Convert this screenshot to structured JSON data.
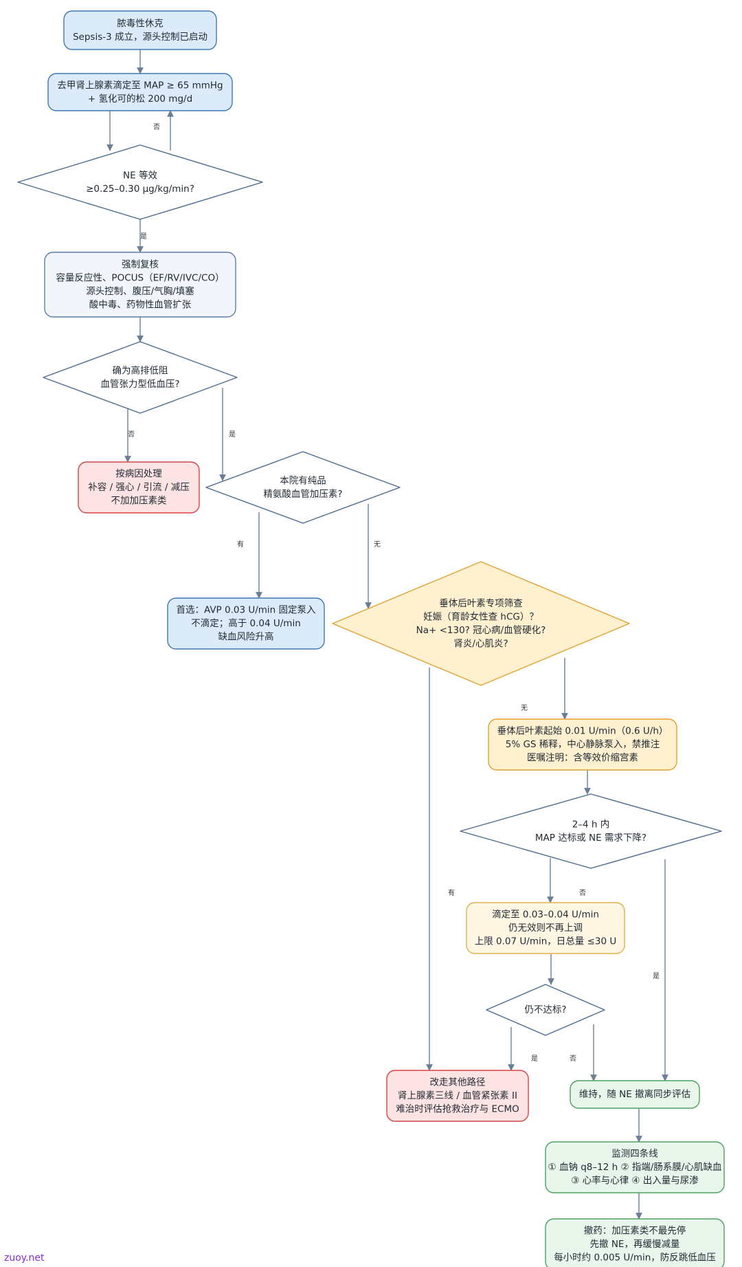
{
  "nodes": {
    "start": [
      "脓毒性休克",
      "Sepsis-3 成立，源头控制已启动"
    ],
    "ne_titrate": [
      "去甲肾上腺素滴定至 MAP ≥ 65 mmHg",
      "+ 氢化可的松 200 mg/d"
    ],
    "ne_dose_q": [
      "NE 等效",
      "≥0.25–0.30 µg/kg/min?"
    ],
    "review": [
      "强制复核",
      "容量反应性、POCUS（EF/RV/IVC/CO）",
      "源头控制、腹压/气胸/填塞",
      "酸中毒、药物性血管扩张"
    ],
    "high_output_q": [
      "确为高排低阻",
      "血管张力型低血压?"
    ],
    "treat_cause": [
      "按病因处理",
      "补容 / 强心 / 引流 / 减压",
      "不加加压素类"
    ],
    "pure_avp_q": [
      "本院有纯品",
      "精氨酸血管加压素?"
    ],
    "avp_first": [
      "首选：AVP 0.03 U/min 固定泵入",
      "不滴定；高于 0.04 U/min",
      "缺血风险升高"
    ],
    "pitressin_screen": [
      "垂体后叶素专项筛查",
      "妊娠（育龄女性查 hCG）？",
      "Na+ <130? 冠心病/血管硬化?",
      "肾炎/心肌炎?"
    ],
    "pitressin_start": [
      "垂体后叶素起始 0.01 U/min（0.6 U/h）",
      "5% GS 稀释，中心静脉泵入，禁推注",
      "医嘱注明：含等效价缩宫素"
    ],
    "response_q": [
      "2–4 h 内",
      "MAP 达标或 NE 需求下降?"
    ],
    "titrate_up": [
      "滴定至 0.03–0.04 U/min",
      "仍无效则不再上调",
      "上限 0.07 U/min，日总量 ≤30 U"
    ],
    "still_fail_q": [
      "仍不达标?"
    ],
    "other_path": [
      "改走其他路径",
      "肾上腺素三线 / 血管紧张素 II",
      "难治时评估抢救治疗与 ECMO"
    ],
    "maintain": [
      "维持，随 NE 撤离同步评估"
    ],
    "monitor": [
      "监测四条线",
      "① 血钠 q8–12 h  ② 指端/肠系膜/心肌缺血",
      "③ 心率与心律  ④ 出入量与尿渗"
    ],
    "wean": [
      "撤药：加压素类不最先停",
      "先撤 NE，再缓慢减量",
      "每小时约 0.005 U/min，防反跳低血压"
    ]
  },
  "labels": {
    "no": "否",
    "yes": "是",
    "has": "有",
    "none": "无"
  },
  "colors": {
    "blue_fill": "#dcebf9",
    "blue_stroke": "#3f78b5",
    "gray_fill": "#f2f6fa",
    "gray_stroke": "#5b7fa6",
    "red_fill": "#fde3e3",
    "red_stroke": "#d64545",
    "orange_fill": "#fff0cf",
    "orange_stroke": "#e0a230",
    "yellow_fill": "#fff7e3",
    "yellow_stroke": "#e0b24a",
    "green_fill": "#e7f5ea",
    "green_stroke": "#4ea062",
    "diamond_fill": "#ffffff",
    "diamond_stroke": "#4a6a90",
    "edge": "#6a7f96"
  },
  "watermark": "zuoy.net"
}
